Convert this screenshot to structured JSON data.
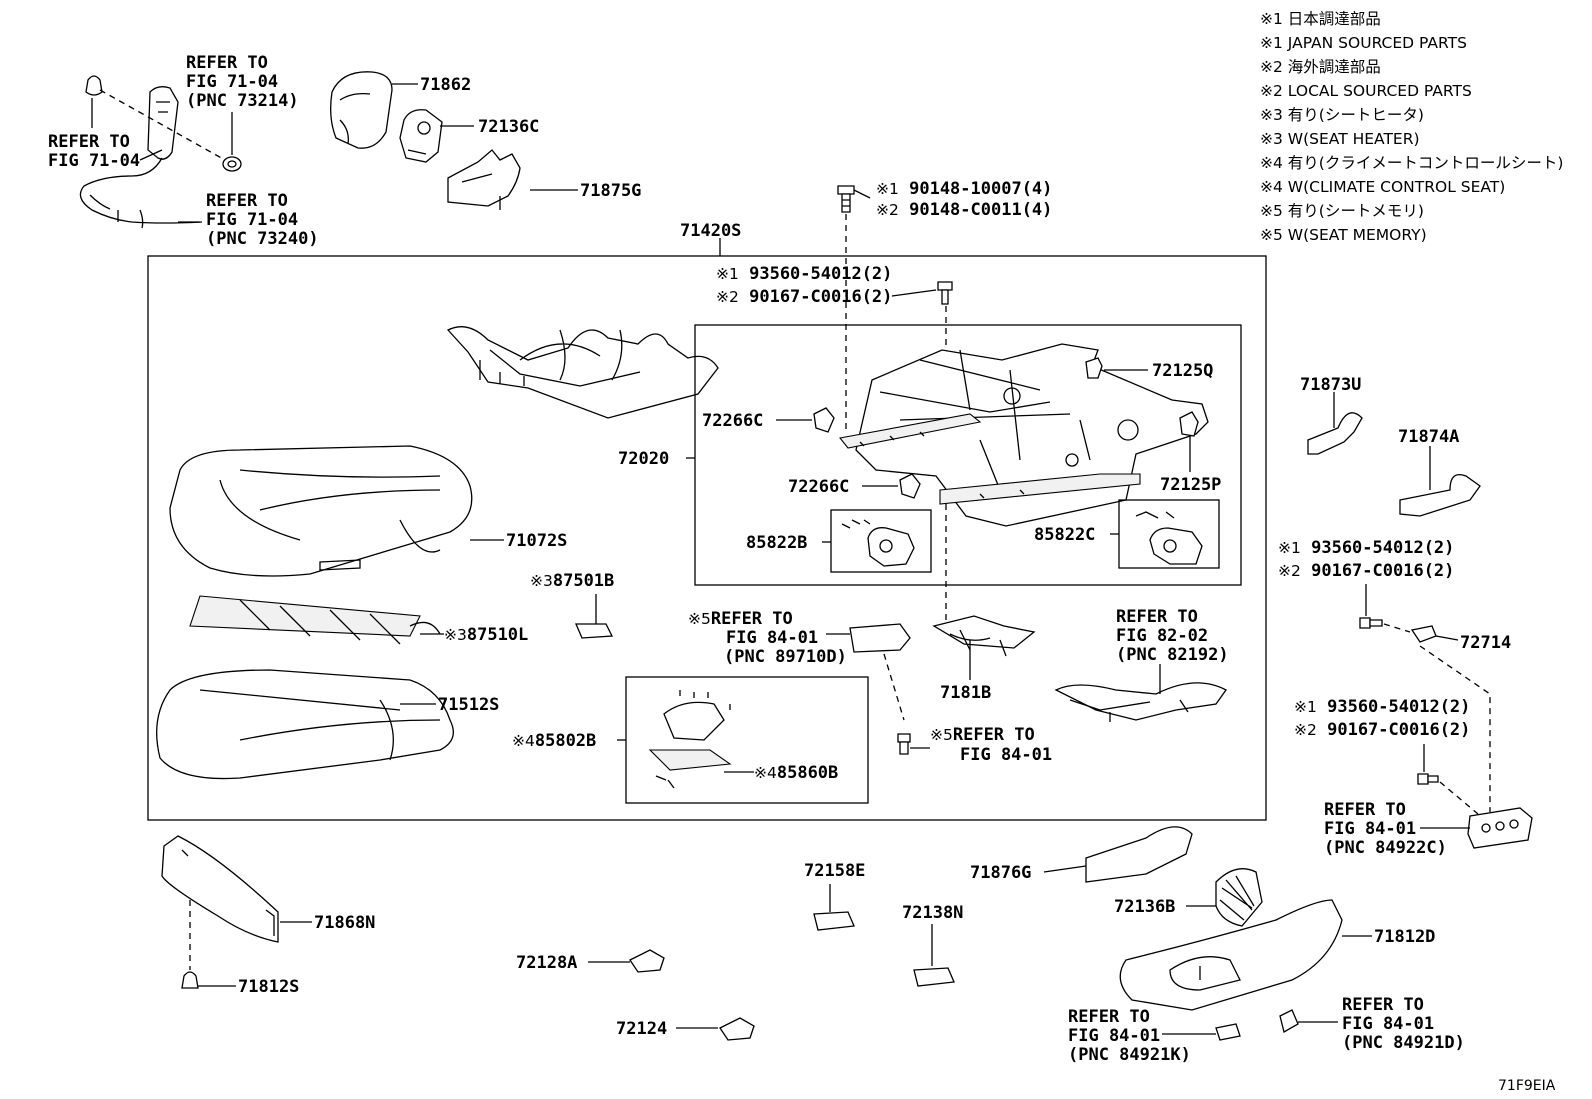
{
  "legend": [
    {
      "mark": "※1",
      "text": "日本調達部品"
    },
    {
      "mark": "※1",
      "text": "JAPAN SOURCED PARTS"
    },
    {
      "mark": "※2",
      "text": "海外調達部品"
    },
    {
      "mark": "※2",
      "text": "LOCAL SOURCED PARTS"
    },
    {
      "mark": "※3",
      "text": "有り(シートヒータ)"
    },
    {
      "mark": "※3",
      "text": "W(SEAT HEATER)"
    },
    {
      "mark": "※4",
      "text": "有り(クライメートコントロールシート)"
    },
    {
      "mark": "※4",
      "text": "W(CLIMATE CONTROL SEAT)"
    },
    {
      "mark": "※5",
      "text": "有り(シートメモリ)"
    },
    {
      "mark": "※5",
      "text": "W(SEAT MEMORY)"
    }
  ],
  "parts": {
    "p71862": "71862",
    "p72136C": "72136C",
    "p71875G": "71875G",
    "p71420S": "71420S",
    "p72125Q": "72125Q",
    "p72266C_a": "72266C",
    "p72020": "72020",
    "p72266C_b": "72266C",
    "p72125P": "72125P",
    "p85822B": "85822B",
    "p85822C": "85822C",
    "p71072S": "71072S",
    "p87501B": "87501B",
    "p87510L": "87510L",
    "p71512S": "71512S",
    "p85802B": "85802B",
    "p85860B": "85860B",
    "p7181B": "7181B",
    "p71873U": "71873U",
    "p71874A": "71874A",
    "p72714": "72714",
    "p71868N": "71868N",
    "p71812S": "71812S",
    "p72158E": "72158E",
    "p72138N": "72138N",
    "p71876G": "71876G",
    "p72136B": "72136B",
    "p71812D": "71812D",
    "p72128A": "72128A",
    "p72124": "72124"
  },
  "marks": {
    "m1": "※1",
    "m2": "※2",
    "m3": "※3",
    "m4": "※4",
    "m5": "※5"
  },
  "fasteners": {
    "top_m1": "90148-10007(4)",
    "top_m2": "90148-C0011(4)",
    "mid_m1": "93560-54012(2)",
    "mid_m2": "90167-C0016(2)",
    "right1_m1": "93560-54012(2)",
    "right1_m2": "90167-C0016(2)",
    "right2_m1": "93560-54012(2)",
    "right2_m2": "90167-C0016(2)"
  },
  "refs": {
    "r1": [
      "REFER TO",
      "FIG 71-04",
      "(PNC 73214)"
    ],
    "r2": [
      "REFER TO",
      "FIG 71-04"
    ],
    "r3": [
      "REFER TO",
      "FIG 71-04",
      "(PNC 73240)"
    ],
    "r4": [
      "REFER TO",
      "FIG 84-01",
      "(PNC 89710D)"
    ],
    "r5": [
      "REFER TO",
      "FIG 84-01"
    ],
    "r6": [
      "REFER TO",
      "FIG 82-02",
      "(PNC 82192)"
    ],
    "r7": [
      "REFER TO",
      "FIG 84-01",
      "(PNC 84922C)"
    ],
    "r8": [
      "REFER TO",
      "FIG 84-01",
      "(PNC 84921K)"
    ],
    "r9": [
      "REFER TO",
      "FIG 84-01",
      "(PNC 84921D)"
    ]
  },
  "figure_code": "71F9EIA"
}
